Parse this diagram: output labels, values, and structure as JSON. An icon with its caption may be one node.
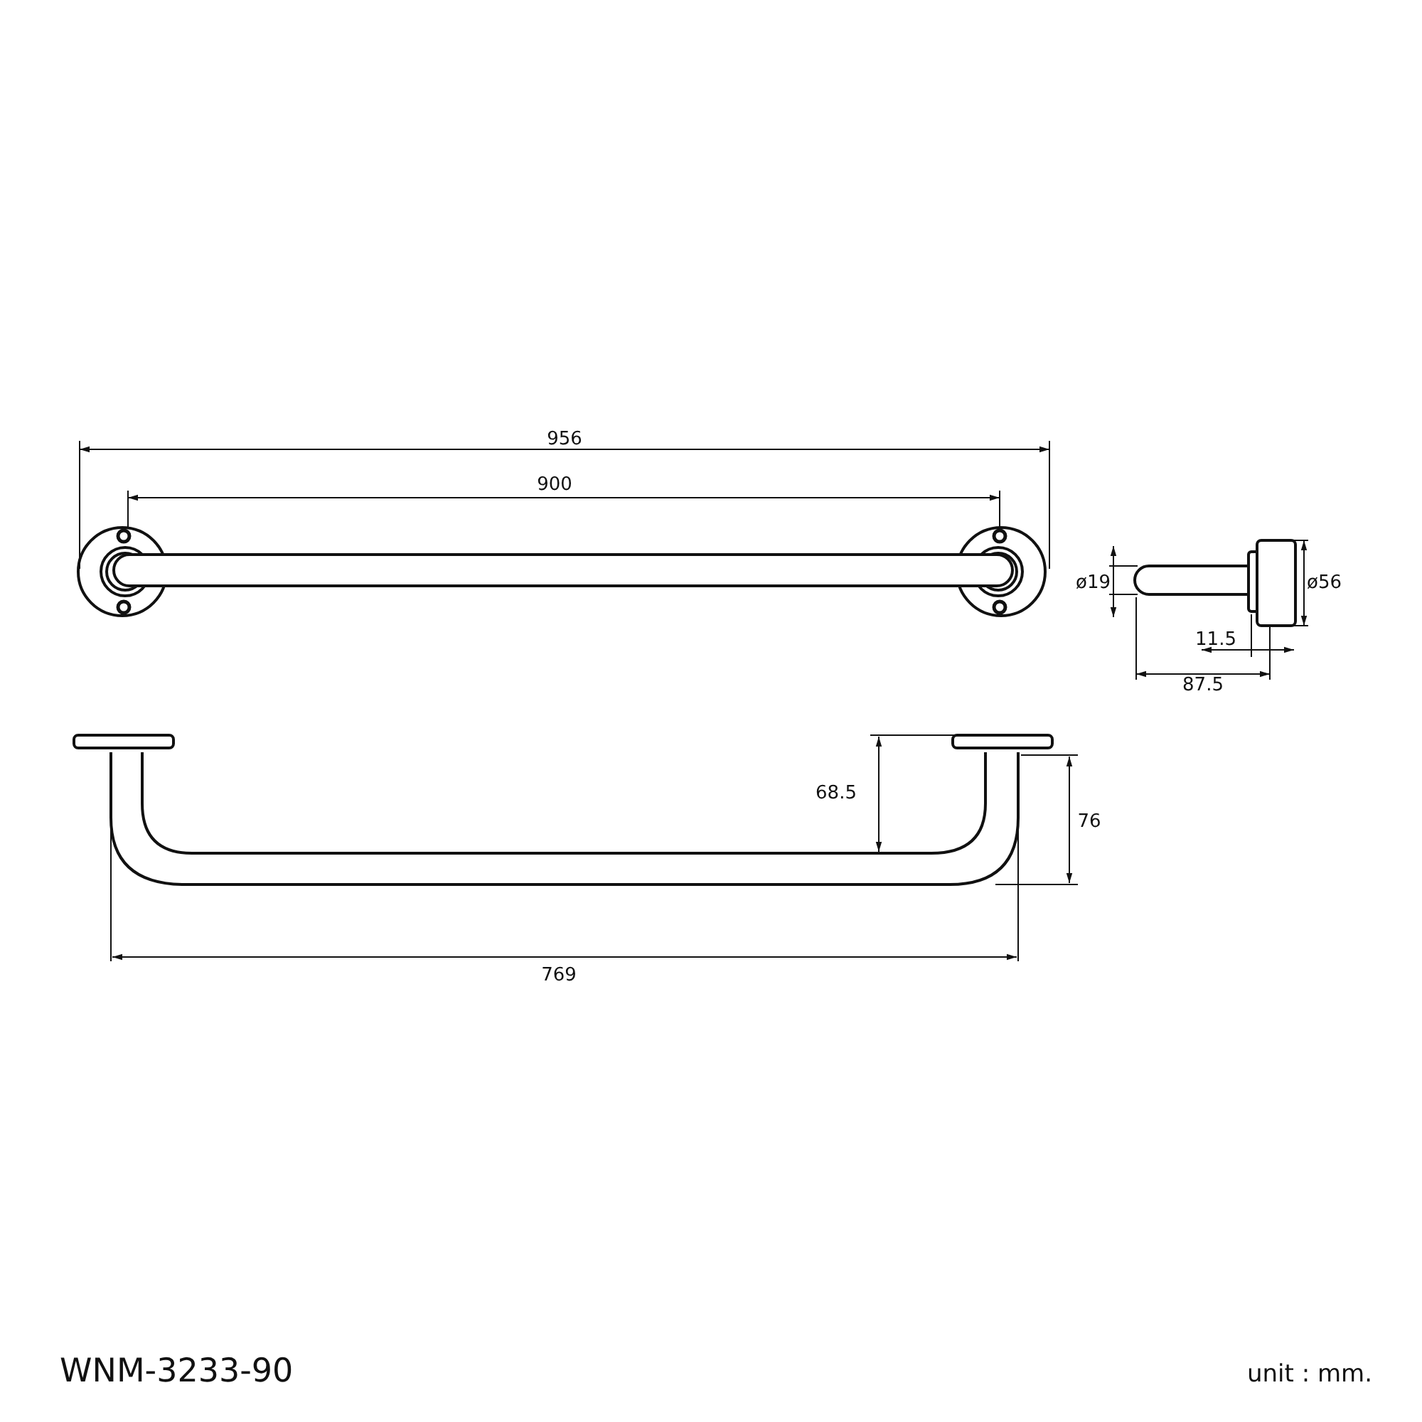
{
  "diagram": {
    "labels": [
      "956",
      "900",
      "ø19",
      "ø56",
      "11.5",
      "87.5",
      "68.5",
      "76",
      "769",
      "WNM-3233-90",
      "unit : mm."
    ]
  }
}
